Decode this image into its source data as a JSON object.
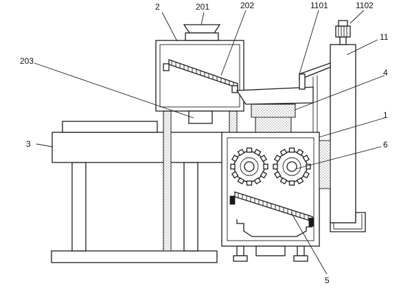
{
  "diagram": {
    "labels": {
      "l2": "2",
      "l201": "201",
      "l202": "202",
      "l203": "203",
      "l1101": "1101",
      "l1102": "1102",
      "l11": "11",
      "l4": "4",
      "l1": "1",
      "l3": "3",
      "l6": "6",
      "l5": "5"
    },
    "colors": {
      "line": "#1a1a1a",
      "background": "#ffffff",
      "hatch": "#1a1a1a"
    }
  }
}
